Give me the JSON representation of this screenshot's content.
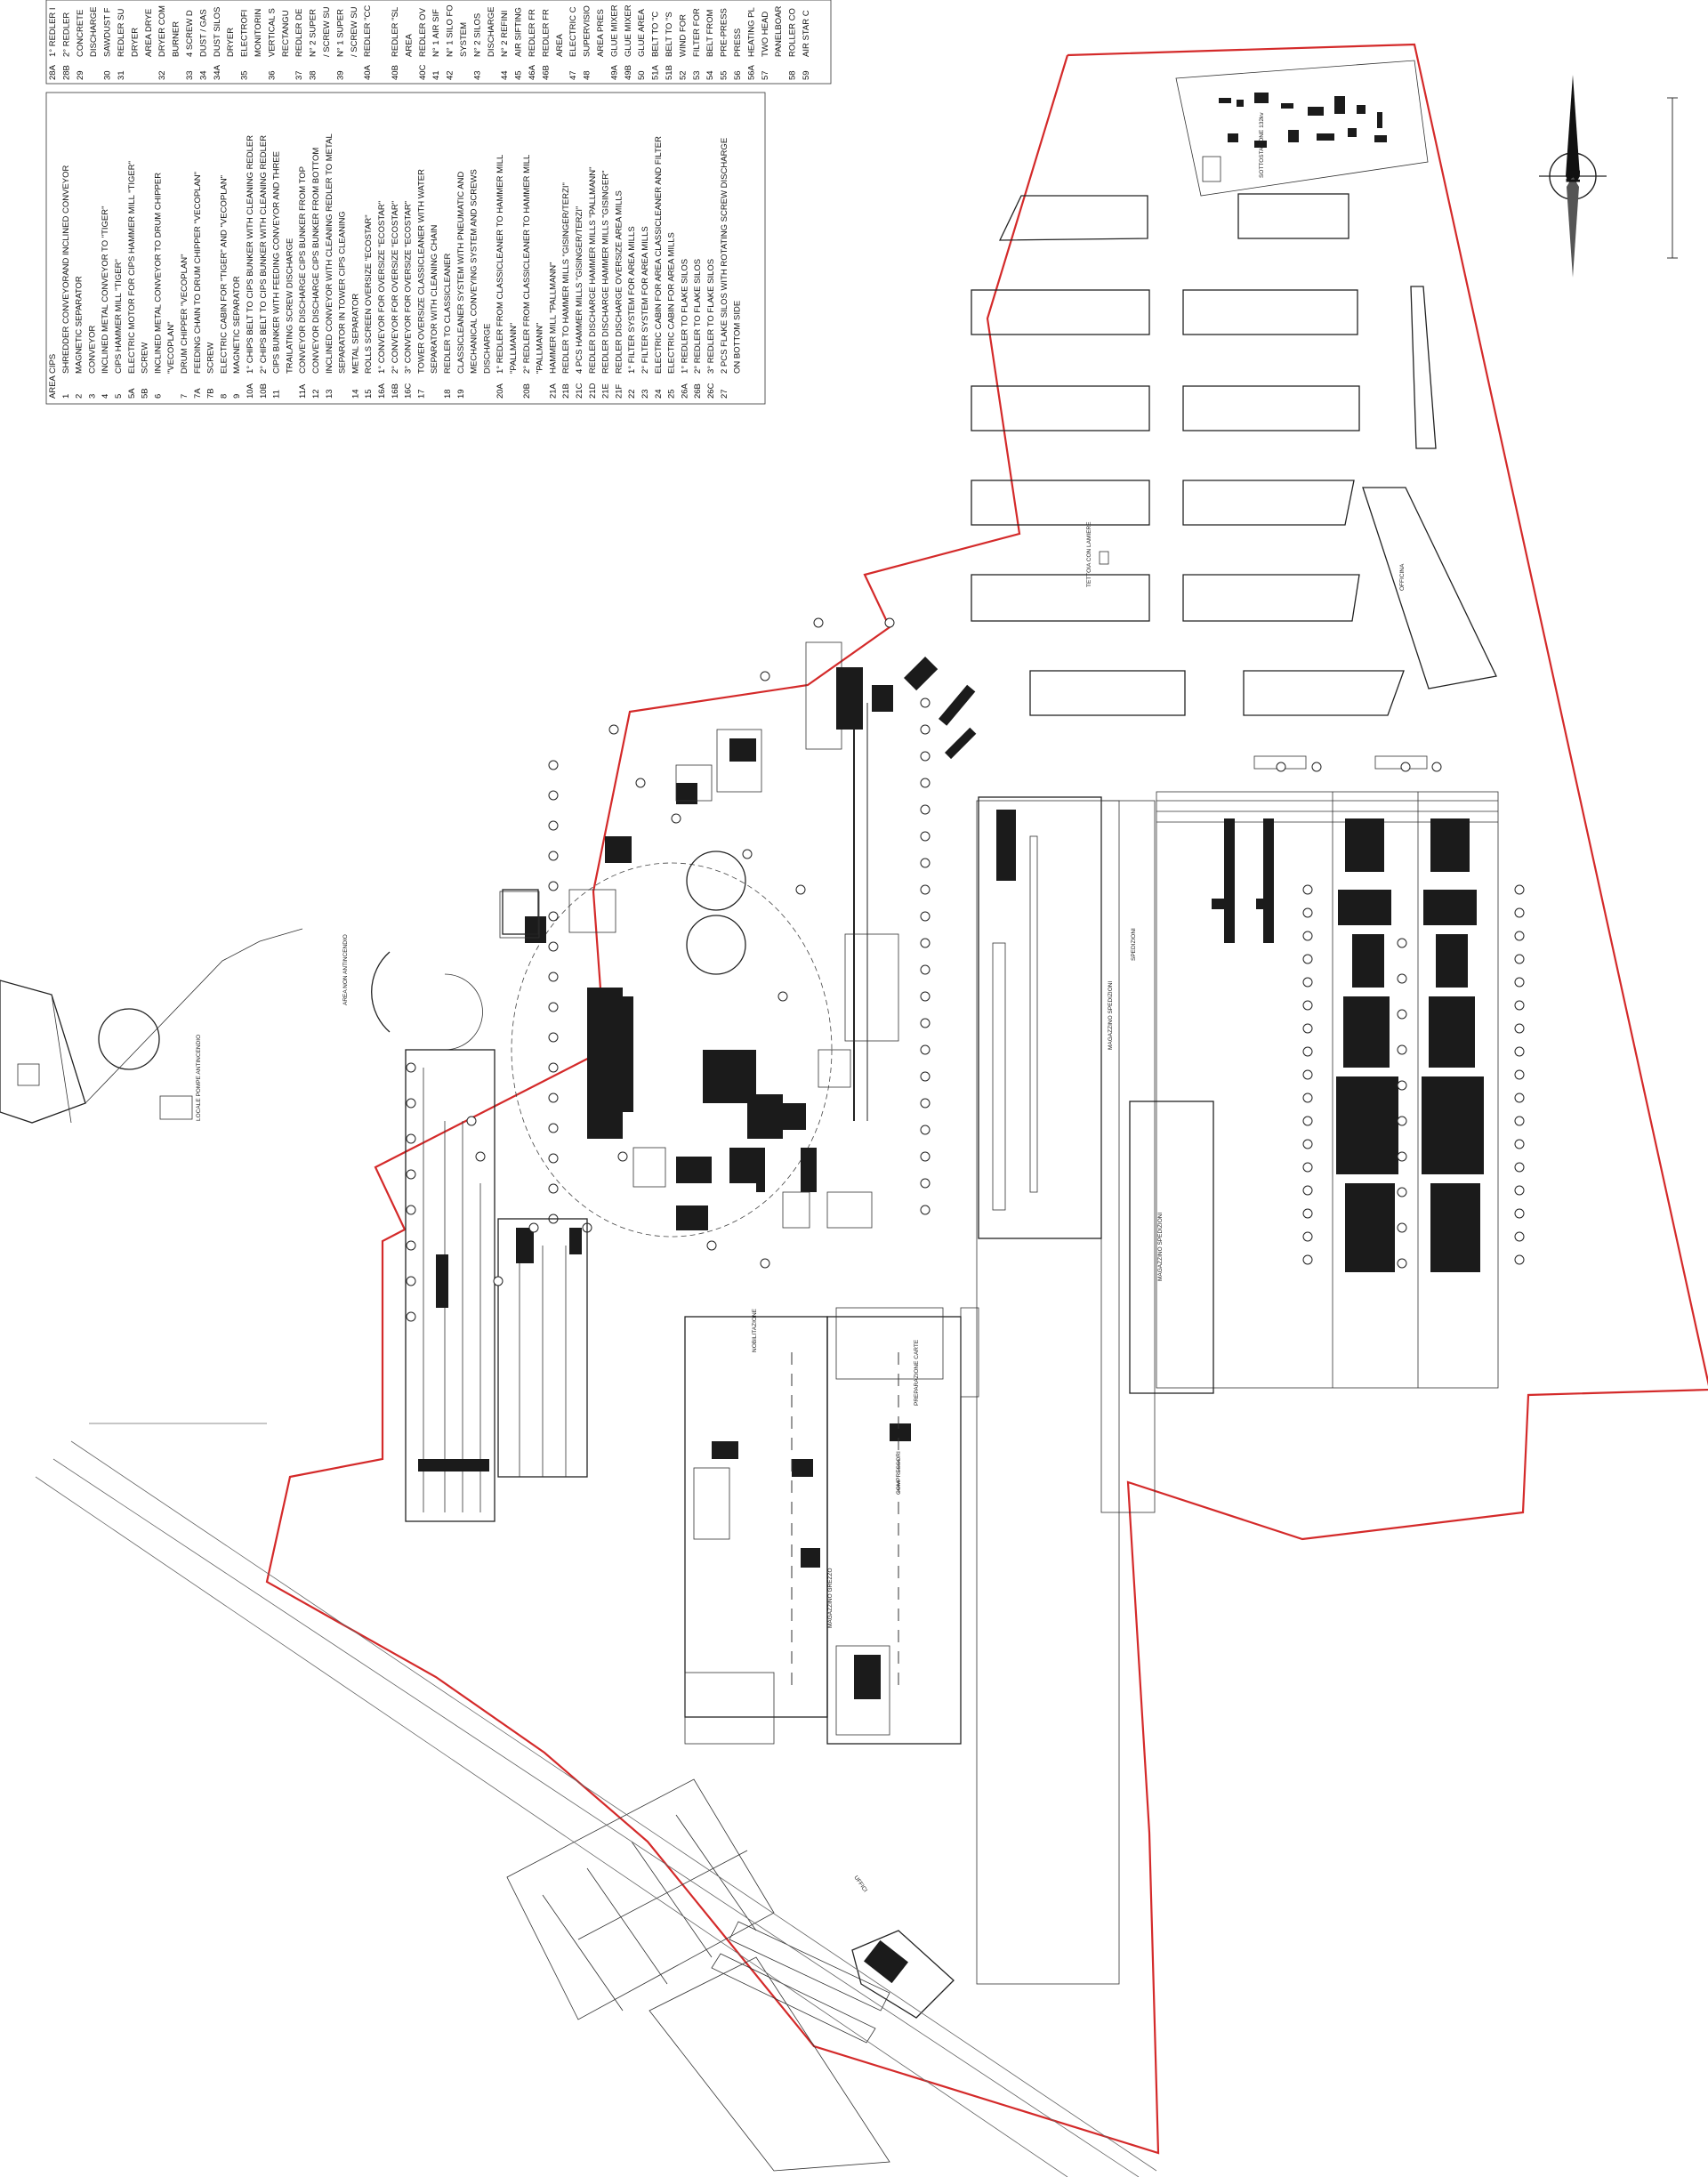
{
  "compass": {
    "label": "N"
  },
  "legend_main": {
    "header": "AREA CIPS",
    "items": [
      {
        "code": "1",
        "text": "SHREDDER CONVEYORAND INCLINED CONVEYOR"
      },
      {
        "code": "2",
        "text": "MAGNETIC SEPARATOR"
      },
      {
        "code": "3",
        "text": "CONVEYOR"
      },
      {
        "code": "4",
        "text": "INCLINED METAL CONVEYOR TO \"TIGER\""
      },
      {
        "code": "5",
        "text": "CIPS HAMMER MILL \"TIGER\""
      },
      {
        "code": "5A",
        "text": "ELECTRIC MOTOR FOR CIPS HAMMER MILL \"TIGER\""
      },
      {
        "code": "5B",
        "text": "SCREW"
      },
      {
        "code": "6",
        "text": "INCLINED METAL CONVEYOR TO DRUM CHIPPER"
      },
      {
        "code": "",
        "text": "\"VECOPLAN\""
      },
      {
        "code": "7",
        "text": "DRUM CHIPPER \"VECOPLAN\""
      },
      {
        "code": "7A",
        "text": "FEEDING CHAIN TO DRUM CHIPPER \"VECOPLAN\""
      },
      {
        "code": "7B",
        "text": "SCREW"
      },
      {
        "code": "8",
        "text": "ELECTRIC CABIN FOR \"TIGER\" AND \"VECOPLAN\""
      },
      {
        "code": "9",
        "text": "MAGNETIC SEPARATOR"
      },
      {
        "code": "10A",
        "text": "1° CHIPS BELT TO CIPS BUNKER WITH CLEANING REDLER"
      },
      {
        "code": "10B",
        "text": "2° CHIPS BELT TO CIPS BUNKER WITH CLEANING REDLER"
      },
      {
        "code": "11",
        "text": "CIPS BUNKER WITH FEEDING CONVEYOR AND THREE"
      },
      {
        "code": "",
        "text": "TRAILATING SCREW DISCHARGE"
      },
      {
        "code": "11A",
        "text": "CONVEYOR DISCHARGE CIPS BUNKER FROM TOP"
      },
      {
        "code": "12",
        "text": "CONVEYOR DISCHARGE CIPS BUNKER FROM BOTTOM"
      },
      {
        "code": "13",
        "text": "INCLINED CONVEYOR WITH CLEANING REDLER TO METAL"
      },
      {
        "code": "",
        "text": "SEPARATOR IN TOWER CIPS CLEANING"
      },
      {
        "code": "14",
        "text": "METAL SEPARATOR"
      },
      {
        "code": "15",
        "text": "ROLLS SCREEN OVERSIZE \"ECOSTAR\""
      },
      {
        "code": "16A",
        "text": "1° CONVEYOR FOR OVERSIZE \"ECOSTAR\""
      },
      {
        "code": "16B",
        "text": "2° CONVEYOR FOR OVERSIZE \"ECOSTAR\""
      },
      {
        "code": "16C",
        "text": "3° CONVEYOR FOR OVERSIZE \"ECOSTAR\""
      },
      {
        "code": "17",
        "text": "TOWER OVERSIZE CLASSICLEANER WITH WATER"
      },
      {
        "code": "",
        "text": "SEPARATOR WITH CLEANING CHAIN"
      },
      {
        "code": "18",
        "text": "REDLER TO CLASSICLEANER"
      },
      {
        "code": "19",
        "text": "CLASSICLEANER SYSTEM WITH PNEUMATIC AND"
      },
      {
        "code": "",
        "text": "MECHANICAL CONVEYING SYSTEM AND SCREWS"
      },
      {
        "code": "",
        "text": "DISCHARGE"
      },
      {
        "code": "20A",
        "text": "1° REDLER FROM CLASSICLEANER TO HAMMER MILL"
      },
      {
        "code": "",
        "text": "\"PALLMANN\""
      },
      {
        "code": "20B",
        "text": "2° REDLER FROM CLASSICLEANER TO HAMMER MILL"
      },
      {
        "code": "",
        "text": "\"PALLMANN\""
      },
      {
        "code": "21A",
        "text": "HAMMER MILL \"PALLMANN\""
      },
      {
        "code": "21B",
        "text": "REDLER TO HAMMER MILLS \"GISINGER/TERZI\""
      },
      {
        "code": "21C",
        "text": "4 PCS HAMMER MILLS \"GISINGER/TERZI\""
      },
      {
        "code": "21D",
        "text": "REDLER DISCHARGE HAMMER MILLS \"PALLMANN\""
      },
      {
        "code": "21E",
        "text": "REDLER DISCHARGE HAMMER MILLS \"GISINGER\""
      },
      {
        "code": "21F",
        "text": "REDLER DISCHARGE OVERSIZE AREA MILLS"
      },
      {
        "code": "22",
        "text": "1° FILTER SYSTEM FOR AREA MILLS"
      },
      {
        "code": "23",
        "text": "2° FILTER SYSTEM FOR AREA MILLS"
      },
      {
        "code": "24",
        "text": "ELECTRIC CABIN FOR AREA CLASSICLEANER AND FILTER"
      },
      {
        "code": "25",
        "text": "ELECTRIC CABIN FOR AREA MILLS"
      },
      {
        "code": "26A",
        "text": "1° REDLER TO FLAKE SILOS"
      },
      {
        "code": "26B",
        "text": "2° REDLER TO FLAKE SILOS"
      },
      {
        "code": "26C",
        "text": "3° REDLER TO FLAKE SILOS"
      },
      {
        "code": "27",
        "text": "2 PCS FLAKE SILOS WITH ROTATING SCREW DISCHARGE"
      },
      {
        "code": "",
        "text": "ON BOTTOM SIDE"
      }
    ]
  },
  "legend_secondary": {
    "items": [
      {
        "code": "28A",
        "text": "1° REDLER I"
      },
      {
        "code": "28B",
        "text": "2° REDLER"
      },
      {
        "code": "29",
        "text": "CONCRETE"
      },
      {
        "code": "",
        "text": "DISCHARGE"
      },
      {
        "code": "30",
        "text": "SAWDUST F"
      },
      {
        "code": "31",
        "text": "REDLER SU"
      },
      {
        "code": "",
        "text": "DRYER"
      },
      {
        "code": "",
        "text": "AREA DRYE"
      },
      {
        "code": "32",
        "text": "DRYER COM"
      },
      {
        "code": "",
        "text": "BURNER"
      },
      {
        "code": "33",
        "text": "4 SCREW D"
      },
      {
        "code": "34",
        "text": "DUST / GAS"
      },
      {
        "code": "34A",
        "text": "DUST SILOS"
      },
      {
        "code": "",
        "text": "DRYER"
      },
      {
        "code": "35",
        "text": "ELECTROFI"
      },
      {
        "code": "",
        "text": "MONITORIN"
      },
      {
        "code": "36",
        "text": "VERTICAL S"
      },
      {
        "code": "",
        "text": "RECTANGU"
      },
      {
        "code": "37",
        "text": "REDLER DE"
      },
      {
        "code": "38",
        "text": "N° 2 SUPER"
      },
      {
        "code": "",
        "text": "/ SCREW SU"
      },
      {
        "code": "39",
        "text": "N° 1 SUPER"
      },
      {
        "code": "",
        "text": "/ SCREW SU"
      },
      {
        "code": "40A",
        "text": "REDLER \"CC"
      },
      {
        "code": "",
        "text": ""
      },
      {
        "code": "40B",
        "text": "REDLER \"SL"
      },
      {
        "code": "",
        "text": "AREA"
      },
      {
        "code": "40C",
        "text": "REDLER OV"
      },
      {
        "code": "41",
        "text": "N° 1 AIR SIF"
      },
      {
        "code": "42",
        "text": "N° 1 SILO FO"
      },
      {
        "code": "",
        "text": "SYSTEM"
      },
      {
        "code": "43",
        "text": "N° 2 SILOS"
      },
      {
        "code": "",
        "text": "DISCHARGE"
      },
      {
        "code": "44",
        "text": "N° 2 REFINI"
      },
      {
        "code": "45",
        "text": "AIR SIFTING"
      },
      {
        "code": "46A",
        "text": "REDLER FR"
      },
      {
        "code": "46B",
        "text": "REDLER FR"
      },
      {
        "code": "",
        "text": "AREA"
      },
      {
        "code": "47",
        "text": "ELECTRIC C"
      },
      {
        "code": "48",
        "text": "SUPERVISIO"
      },
      {
        "code": "",
        "text": "AREA PRES"
      },
      {
        "code": "49A",
        "text": "GLUE MIXER"
      },
      {
        "code": "49B",
        "text": "GLUE MIXER"
      },
      {
        "code": "50",
        "text": "GLUE AREA"
      },
      {
        "code": "51A",
        "text": "BELT TO \"C"
      },
      {
        "code": "51B",
        "text": "BELT TO \"S"
      },
      {
        "code": "52",
        "text": "WIND FOR"
      },
      {
        "code": "53",
        "text": "FILTER FOR"
      },
      {
        "code": "54",
        "text": "BELT FROM"
      },
      {
        "code": "55",
        "text": "PRE-PRESS"
      },
      {
        "code": "56",
        "text": "PRESS"
      },
      {
        "code": "56A",
        "text": "HEATING PL"
      },
      {
        "code": "57",
        "text": "TWO HEAD"
      },
      {
        "code": "",
        "text": "PANELBOAR"
      },
      {
        "code": "58",
        "text": "ROLLER CO"
      },
      {
        "code": "59",
        "text": "AIR STAR C"
      }
    ]
  },
  "site_labels": {
    "sottostazione": "SOTTOSTAZIONE 132kv",
    "tettoia": "TETTOIA CON LAMIERE",
    "officina": "OFFICINA",
    "magazzino_spedizioni_1": "MAGAZZINO SPEDIZIONI",
    "magazzino_spedizioni_2": "MAGAZZINO SPEDIZIONI",
    "spedizioni": "SPEDIZIONI",
    "magazzino_grezzo": "MAGAZZINO GREZZO",
    "nobilitazione": "NOBILITAZIONE",
    "preparazione_carte": "PREPARAZIONE CARTE",
    "compressori": "COMPRESSORI",
    "serbatoio": "LOCALE POMPE ANTINCENDIO",
    "area_acqua": "AREA NON ANTINCENDIO",
    "uffici": "UFFICI"
  }
}
